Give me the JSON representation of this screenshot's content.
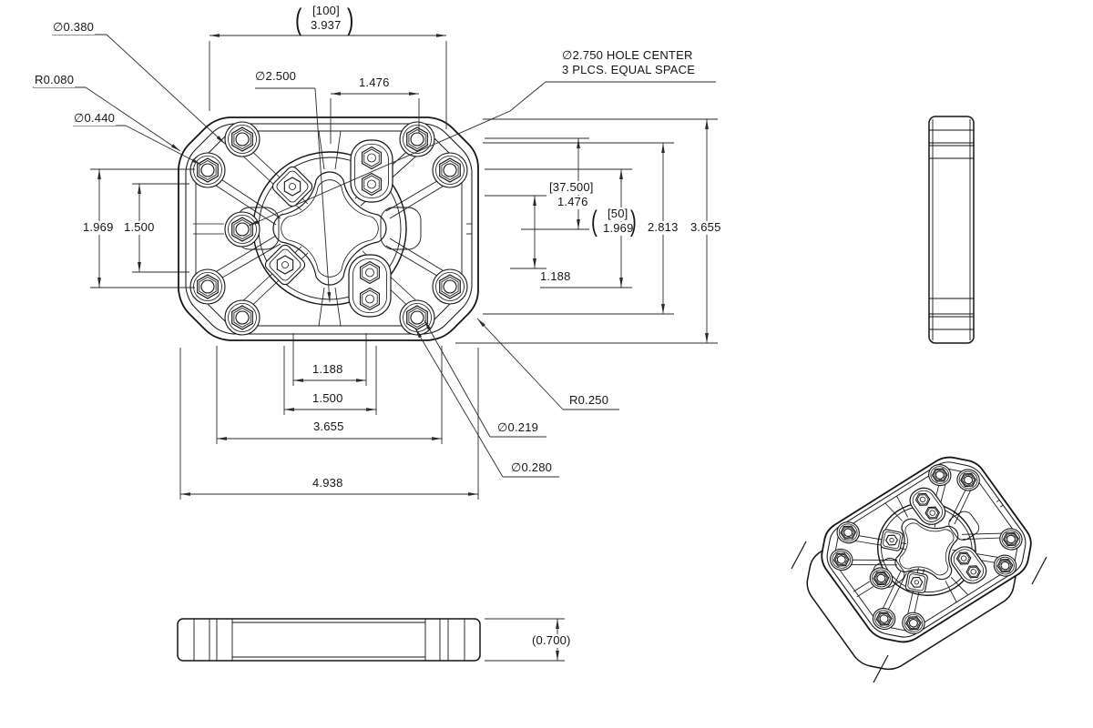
{
  "colors": {
    "ink": "#141414",
    "background": "#ffffff"
  },
  "labels": {
    "dia_0380": "∅0.380",
    "r_0080": "R0.080",
    "dia_0440": "∅0.440",
    "bracket_100": "[100]",
    "dim_3937": "3.937",
    "dia_2500": "∅2.500",
    "dim_1476_top": "1.476",
    "hole_note_line1": "∅2.750 HOLE CENTER",
    "hole_note_line2": "3 PLCS. EQUAL SPACE",
    "dim_1969_left": "1.969",
    "dim_1500_left": "1.500",
    "bracket_37500": "[37.500]",
    "dim_1476_right": "1.476",
    "bracket_50": "[50]",
    "dim_1969_right": "1.969",
    "dim_2813": "2.813",
    "dim_3655_right": "3.655",
    "dim_1188_right": "1.188",
    "dim_1188_bottom": "1.188",
    "dim_1500_bottom": "1.500",
    "dim_3655_bottom": "3.655",
    "dim_4938": "4.938",
    "r_0250": "R0.250",
    "dia_0219": "∅0.219",
    "dia_0280": "∅0.280",
    "thickness_0700": "(0.700)",
    "paren_open": "(",
    "paren_close": ")"
  }
}
